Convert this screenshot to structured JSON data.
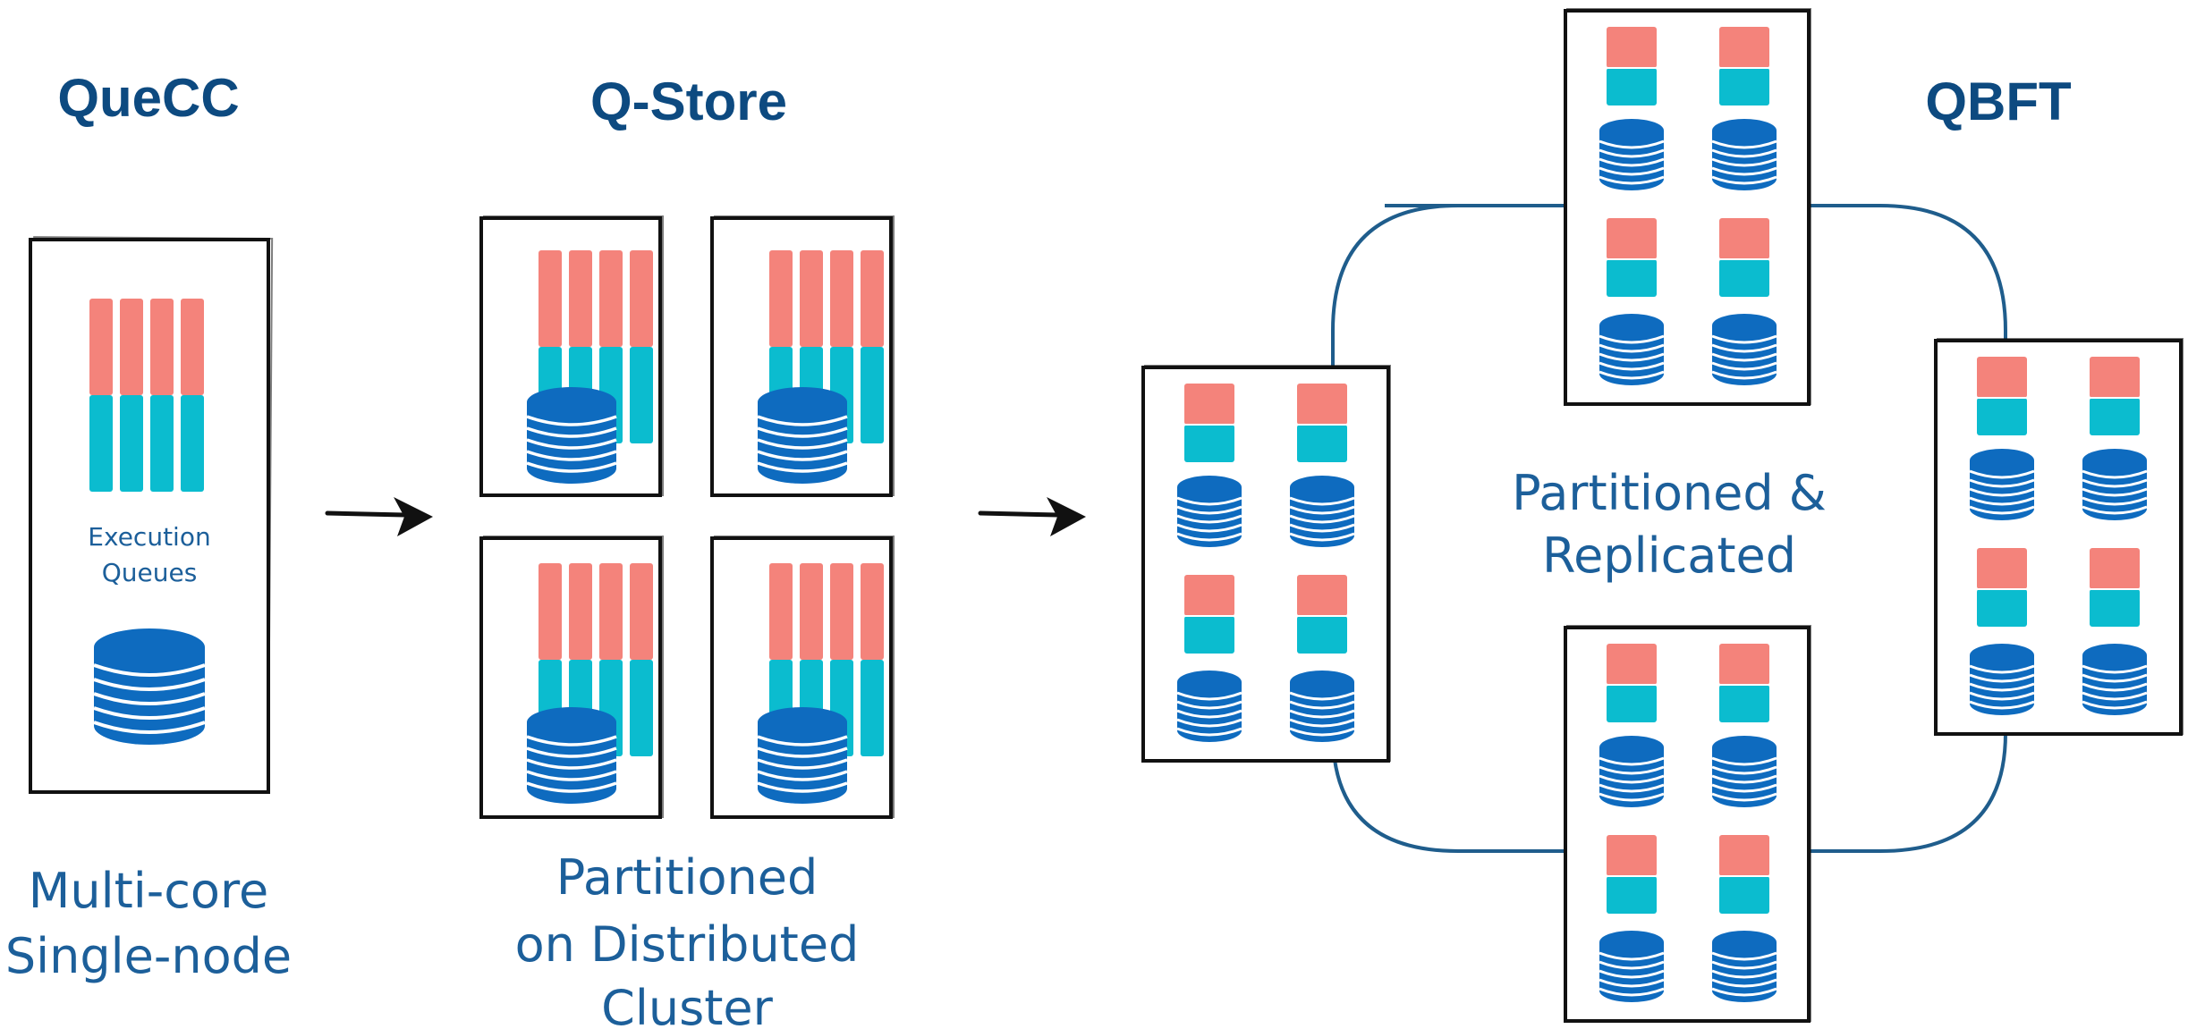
{
  "panels": {
    "quecc": {
      "title": "QueCC",
      "queue_label": [
        "Execution",
        "Queues"
      ],
      "caption": [
        "Multi-core",
        "Single-node"
      ]
    },
    "qstore": {
      "title": "Q-Store",
      "caption": [
        "Partitioned",
        "on Distributed",
        "Cluster"
      ]
    },
    "qbft": {
      "title": "QBFT",
      "center_caption": [
        "Partitioned &",
        "Replicated"
      ]
    }
  },
  "colors": {
    "queue_top": "#f4837b",
    "queue_bottom": "#0bbccf",
    "database": "#0e6bbf",
    "title": "#0d4a80",
    "caption": "#1c5f9a",
    "ring": "#1f5d8c"
  },
  "icons": [
    "execution-queue-icon",
    "database-icon",
    "arrow-right-icon"
  ]
}
